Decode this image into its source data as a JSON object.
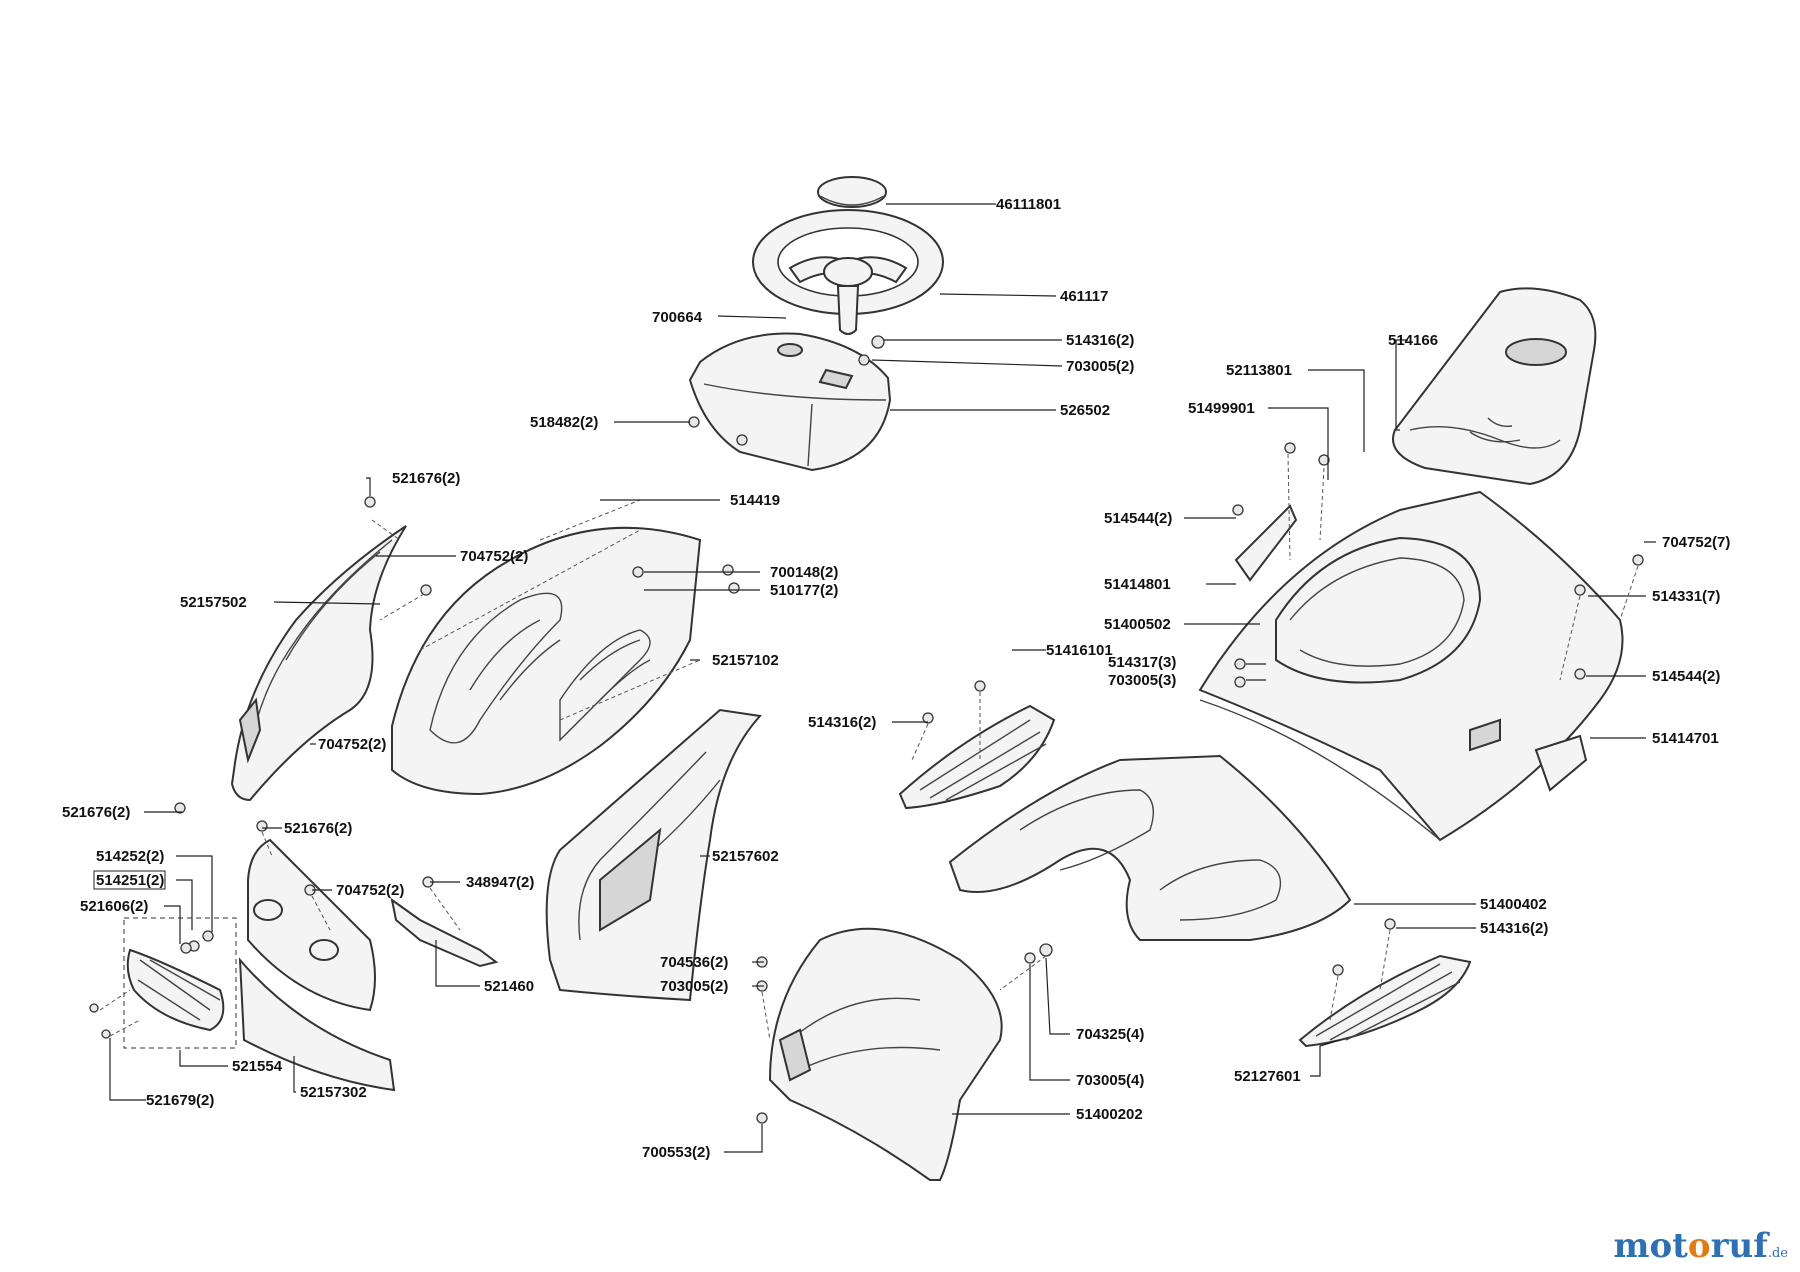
{
  "parts": [
    {
      "id": "p01",
      "label": "46111801"
    },
    {
      "id": "p02",
      "label": "461117"
    },
    {
      "id": "p03",
      "label": "700664"
    },
    {
      "id": "p04",
      "label": "514316(2)"
    },
    {
      "id": "p05",
      "label": "703005(2)"
    },
    {
      "id": "p06",
      "label": "526502"
    },
    {
      "id": "p07",
      "label": "518482(2)"
    },
    {
      "id": "p08",
      "label": "514166"
    },
    {
      "id": "p09",
      "label": "52113801"
    },
    {
      "id": "p10",
      "label": "51499901"
    },
    {
      "id": "p11",
      "label": "521676(2)"
    },
    {
      "id": "p12",
      "label": "514419"
    },
    {
      "id": "p13",
      "label": "704752(2)"
    },
    {
      "id": "p14",
      "label": "514544(2)"
    },
    {
      "id": "p15",
      "label": "700148(2)"
    },
    {
      "id": "p16",
      "label": "510177(2)"
    },
    {
      "id": "p17",
      "label": "704752(7)"
    },
    {
      "id": "p18",
      "label": "52157502"
    },
    {
      "id": "p19",
      "label": "51414801"
    },
    {
      "id": "p20",
      "label": "514331(7)"
    },
    {
      "id": "p21",
      "label": "51400502"
    },
    {
      "id": "p22",
      "label": "52157102"
    },
    {
      "id": "p23",
      "label": "51416101"
    },
    {
      "id": "p24",
      "label": "514317(3)"
    },
    {
      "id": "p25",
      "label": "703005(3)"
    },
    {
      "id": "p26",
      "label": "514544(2)"
    },
    {
      "id": "p27",
      "label": "514316(2)"
    },
    {
      "id": "p28",
      "label": "51414701"
    },
    {
      "id": "p29",
      "label": "704752(2)"
    },
    {
      "id": "p30",
      "label": "521676(2)"
    },
    {
      "id": "p31",
      "label": "521676(2)"
    },
    {
      "id": "p32",
      "label": "514252(2)"
    },
    {
      "id": "p33",
      "label": "514251(2)"
    },
    {
      "id": "p34",
      "label": "704752(2)"
    },
    {
      "id": "p35",
      "label": "348947(2)"
    },
    {
      "id": "p36",
      "label": "52157602"
    },
    {
      "id": "p37",
      "label": "521606(2)"
    },
    {
      "id": "p38",
      "label": "51400402"
    },
    {
      "id": "p39",
      "label": "514316(2)"
    },
    {
      "id": "p40",
      "label": "704536(2)"
    },
    {
      "id": "p41",
      "label": "703005(2)"
    },
    {
      "id": "p42",
      "label": "521460"
    },
    {
      "id": "p43",
      "label": "704325(4)"
    },
    {
      "id": "p44",
      "label": "521554"
    },
    {
      "id": "p45",
      "label": "52127601"
    },
    {
      "id": "p46",
      "label": "703005(4)"
    },
    {
      "id": "p47",
      "label": "52157302"
    },
    {
      "id": "p48",
      "label": "521679(2)"
    },
    {
      "id": "p49",
      "label": "51400202"
    },
    {
      "id": "p50",
      "label": "700553(2)"
    }
  ],
  "watermark": {
    "part1": "mot",
    "part2": "o",
    "part3": "ruf",
    "tld": ".de"
  }
}
